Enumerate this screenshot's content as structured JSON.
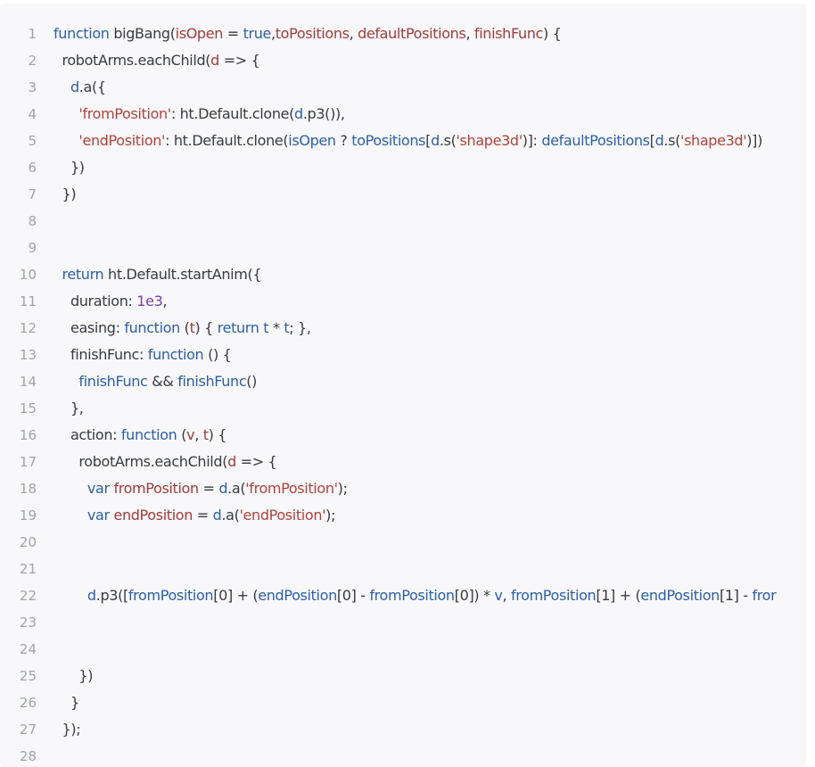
{
  "colors": {
    "background": "#f8f8fa",
    "line_number": "#a0a4a8",
    "keyword": "#2b5faa",
    "string": "#b3413a",
    "number": "#7a3ea8",
    "parameter": "#a33a3a",
    "plain": "#383a42"
  },
  "code": {
    "language": "javascript",
    "lines": [
      {
        "n": "1",
        "indent": "",
        "tokens": [
          [
            "kw",
            "function"
          ],
          [
            "p",
            " "
          ],
          [
            "fn",
            "bigBang"
          ],
          [
            "p",
            "("
          ],
          [
            "param",
            "isOpen"
          ],
          [
            "p",
            " = "
          ],
          [
            "kw",
            "true"
          ],
          [
            "p",
            ","
          ],
          [
            "param",
            "toPositions"
          ],
          [
            "p",
            ", "
          ],
          [
            "param",
            "defaultPositions"
          ],
          [
            "p",
            ", "
          ],
          [
            "param",
            "finishFunc"
          ],
          [
            "p",
            ") {"
          ]
        ]
      },
      {
        "n": "2",
        "indent": " ",
        "tokens": [
          [
            "p",
            "robotArms.eachChild("
          ],
          [
            "param",
            "d"
          ],
          [
            "p",
            " => {"
          ]
        ]
      },
      {
        "n": "3",
        "indent": "  ",
        "tokens": [
          [
            "var",
            "d"
          ],
          [
            "p",
            ".a({"
          ]
        ]
      },
      {
        "n": "4",
        "indent": "   ",
        "tokens": [
          [
            "str",
            "'fromPosition'"
          ],
          [
            "p",
            ": ht.Default.clone("
          ],
          [
            "var",
            "d"
          ],
          [
            "p",
            ".p3()),"
          ]
        ]
      },
      {
        "n": "5",
        "indent": "   ",
        "tokens": [
          [
            "str",
            "'endPosition'"
          ],
          [
            "p",
            ": ht.Default.clone("
          ],
          [
            "var",
            "isOpen"
          ],
          [
            "p",
            " ? "
          ],
          [
            "var",
            "toPositions"
          ],
          [
            "p",
            "["
          ],
          [
            "var",
            "d"
          ],
          [
            "p",
            ".s("
          ],
          [
            "str",
            "'shape3d'"
          ],
          [
            "p",
            ")]: "
          ],
          [
            "var",
            "defaultPositions"
          ],
          [
            "p",
            "["
          ],
          [
            "var",
            "d"
          ],
          [
            "p",
            ".s("
          ],
          [
            "str",
            "'shape3d'"
          ],
          [
            "p",
            ")])"
          ]
        ]
      },
      {
        "n": "6",
        "indent": "  ",
        "tokens": [
          [
            "p",
            "})"
          ]
        ]
      },
      {
        "n": "7",
        "indent": " ",
        "tokens": [
          [
            "p",
            "})"
          ]
        ]
      },
      {
        "n": "8",
        "indent": "",
        "tokens": []
      },
      {
        "n": "9",
        "indent": "",
        "tokens": []
      },
      {
        "n": "10",
        "indent": " ",
        "tokens": [
          [
            "kw",
            "return"
          ],
          [
            "p",
            " ht.Default.startAnim({"
          ]
        ]
      },
      {
        "n": "11",
        "indent": "  ",
        "tokens": [
          [
            "p",
            "duration: "
          ],
          [
            "num",
            "1e3"
          ],
          [
            "p",
            ","
          ]
        ]
      },
      {
        "n": "12",
        "indent": "  ",
        "tokens": [
          [
            "p",
            "easing: "
          ],
          [
            "kw",
            "function"
          ],
          [
            "p",
            " ("
          ],
          [
            "param",
            "t"
          ],
          [
            "p",
            ") { "
          ],
          [
            "kw",
            "return"
          ],
          [
            "p",
            " "
          ],
          [
            "var",
            "t"
          ],
          [
            "p",
            " * "
          ],
          [
            "var",
            "t"
          ],
          [
            "p",
            "; },"
          ]
        ]
      },
      {
        "n": "13",
        "indent": "  ",
        "tokens": [
          [
            "p",
            "finishFunc: "
          ],
          [
            "kw",
            "function"
          ],
          [
            "p",
            " () {"
          ]
        ]
      },
      {
        "n": "14",
        "indent": "   ",
        "tokens": [
          [
            "var",
            "finishFunc"
          ],
          [
            "p",
            " && "
          ],
          [
            "var",
            "finishFunc"
          ],
          [
            "p",
            "()"
          ]
        ]
      },
      {
        "n": "15",
        "indent": "  ",
        "tokens": [
          [
            "p",
            "},"
          ]
        ]
      },
      {
        "n": "16",
        "indent": "  ",
        "tokens": [
          [
            "p",
            "action: "
          ],
          [
            "kw",
            "function"
          ],
          [
            "p",
            " ("
          ],
          [
            "param",
            "v"
          ],
          [
            "p",
            ", "
          ],
          [
            "param",
            "t"
          ],
          [
            "p",
            ") {"
          ]
        ]
      },
      {
        "n": "17",
        "indent": "   ",
        "tokens": [
          [
            "p",
            "robotArms.eachChild("
          ],
          [
            "param",
            "d"
          ],
          [
            "p",
            " => {"
          ]
        ]
      },
      {
        "n": "18",
        "indent": "    ",
        "tokens": [
          [
            "kw",
            "var"
          ],
          [
            "p",
            " "
          ],
          [
            "param",
            "fromPosition"
          ],
          [
            "p",
            " = "
          ],
          [
            "var",
            "d"
          ],
          [
            "p",
            ".a("
          ],
          [
            "str",
            "'fromPosition'"
          ],
          [
            "p",
            ");"
          ]
        ]
      },
      {
        "n": "19",
        "indent": "    ",
        "tokens": [
          [
            "kw",
            "var"
          ],
          [
            "p",
            " "
          ],
          [
            "param",
            "endPosition"
          ],
          [
            "p",
            " = "
          ],
          [
            "var",
            "d"
          ],
          [
            "p",
            ".a("
          ],
          [
            "str",
            "'endPosition'"
          ],
          [
            "p",
            ");"
          ]
        ]
      },
      {
        "n": "20",
        "indent": "",
        "tokens": []
      },
      {
        "n": "21",
        "indent": "",
        "tokens": []
      },
      {
        "n": "22",
        "indent": "    ",
        "tokens": [
          [
            "var",
            "d"
          ],
          [
            "p",
            ".p3(["
          ],
          [
            "var",
            "fromPosition"
          ],
          [
            "p",
            "[0] + ("
          ],
          [
            "var",
            "endPosition"
          ],
          [
            "p",
            "[0] - "
          ],
          [
            "var",
            "fromPosition"
          ],
          [
            "p",
            "[0]) * "
          ],
          [
            "var",
            "v"
          ],
          [
            "p",
            ", "
          ],
          [
            "var",
            "fromPosition"
          ],
          [
            "p",
            "[1] + ("
          ],
          [
            "var",
            "endPosition"
          ],
          [
            "p",
            "[1] - "
          ],
          [
            "var",
            "fror"
          ]
        ]
      },
      {
        "n": "23",
        "indent": "",
        "tokens": []
      },
      {
        "n": "24",
        "indent": "",
        "tokens": []
      },
      {
        "n": "25",
        "indent": "   ",
        "tokens": [
          [
            "p",
            "})"
          ]
        ]
      },
      {
        "n": "26",
        "indent": "  ",
        "tokens": [
          [
            "p",
            "}"
          ]
        ]
      },
      {
        "n": "27",
        "indent": " ",
        "tokens": [
          [
            "p",
            "});"
          ]
        ]
      },
      {
        "n": "28",
        "indent": "",
        "tokens": []
      }
    ]
  }
}
